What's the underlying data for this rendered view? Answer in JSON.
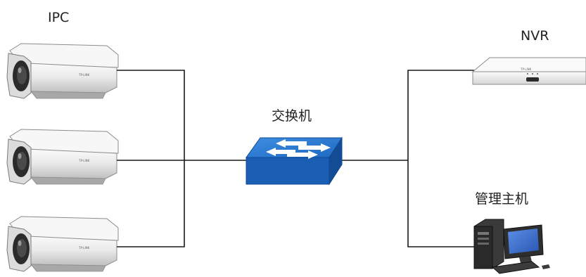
{
  "labels": {
    "ipc": "IPC",
    "nvr": "NVR",
    "switch": "交换机",
    "host": "管理主机"
  },
  "brand_text": "TP-LINK",
  "colors": {
    "line": "#1a1a1a",
    "camera_body": "#ececec",
    "camera_shade": "#bdbdbd",
    "lens": "#2b2b2b",
    "switch_top": "#2f7fd6",
    "switch_side": "#1557a8",
    "nvr_body": "#f0f0f0",
    "monitor_screen": "#3a6fd1"
  },
  "icons": [
    "ip-camera-icon",
    "network-switch-icon",
    "nvr-recorder-icon",
    "desktop-computer-icon"
  ]
}
